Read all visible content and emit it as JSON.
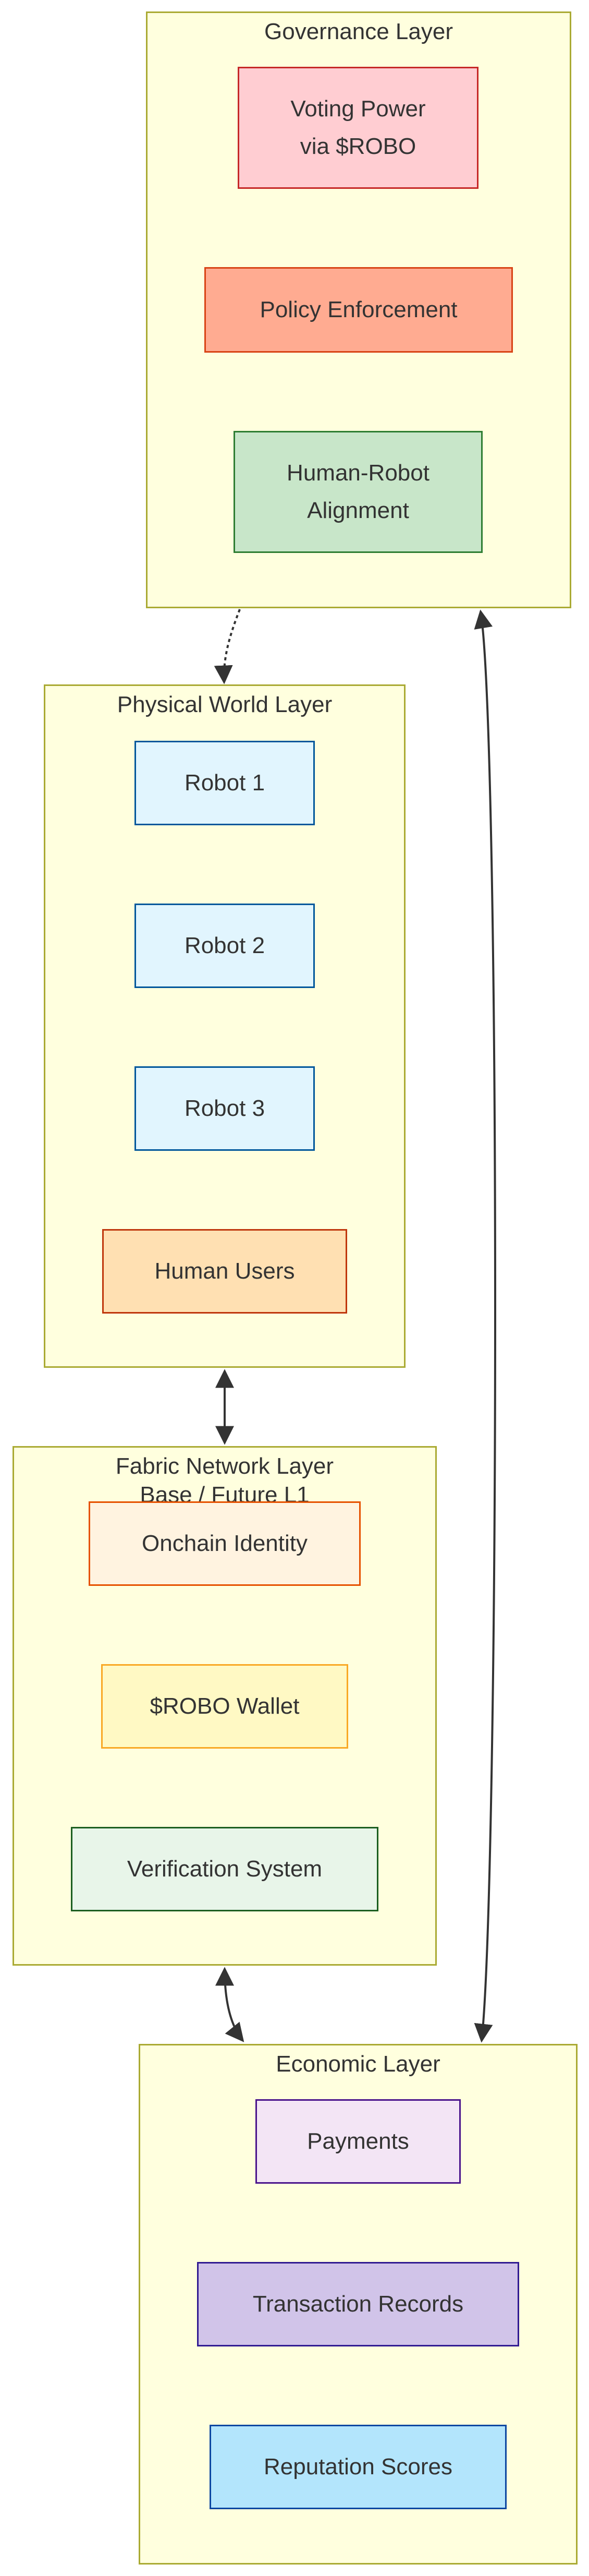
{
  "layers": {
    "governance": {
      "title": "Governance Layer",
      "nodes": {
        "voting_power": "Voting Power\nvia $ROBO",
        "policy_enforcement": "Policy Enforcement",
        "alignment": "Human-Robot\nAlignment"
      }
    },
    "physical": {
      "title": "Physical World Layer",
      "nodes": {
        "robot1": "Robot 1",
        "robot2": "Robot 2",
        "robot3": "Robot 3",
        "human_users": "Human Users"
      }
    },
    "fabric": {
      "title": "Fabric Network Layer",
      "subtitle": "Base / Future L1",
      "nodes": {
        "onchain_identity": "Onchain Identity",
        "robo_wallet": "$ROBO Wallet",
        "verification": "Verification System"
      }
    },
    "economic": {
      "title": "Economic Layer",
      "nodes": {
        "payments": "Payments",
        "transaction_records": "Transaction Records",
        "reputation_scores": "Reputation Scores"
      }
    }
  },
  "colors": {
    "layer_fill": "#ffffde",
    "layer_border": "#aaaa33",
    "edge": "#333333"
  }
}
